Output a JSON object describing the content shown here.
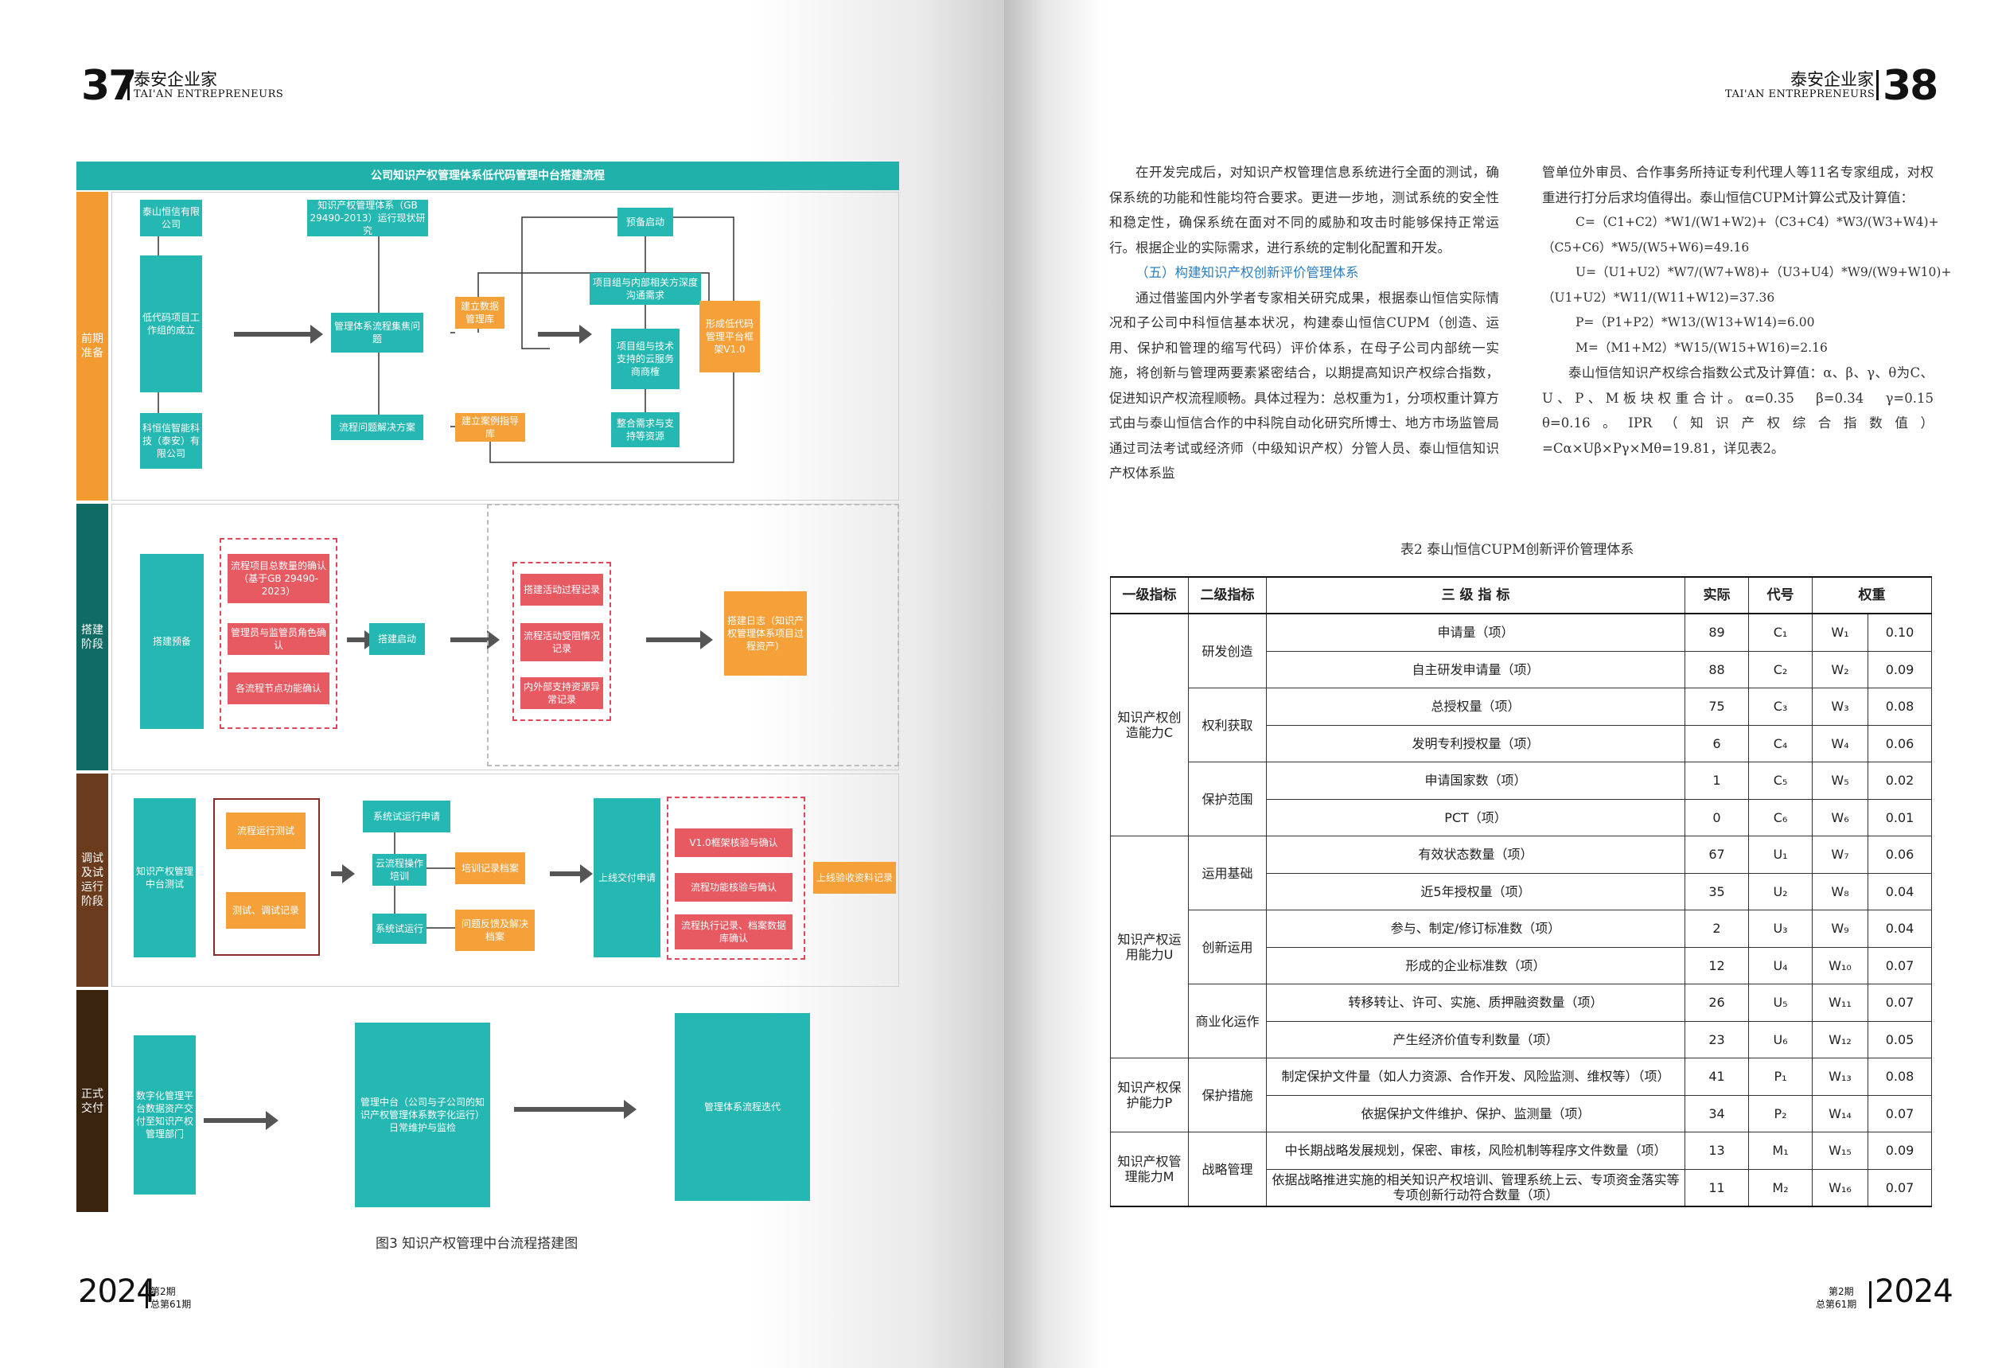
{
  "left_page": {
    "page_number": "37",
    "magazine_cn": "泰安企业家",
    "magazine_en": "TAI'AN ENTREPRENEURS",
    "footer_year": "2024",
    "footer_issue": "第2期",
    "footer_total": "总第61期",
    "figure_caption": "图3  知识产权管理中台流程搭建图"
  },
  "right_page": {
    "page_number": "38",
    "magazine_cn": "泰安企业家",
    "magazine_en": "TAI'AN ENTREPRENEURS",
    "footer_year": "2024",
    "footer_issue": "第2期",
    "footer_total": "总第61期"
  },
  "flowchart": {
    "title": "公司知识产权管理体系低代码管理中台搭建流程",
    "stages": [
      "前期准备",
      "搭建阶段",
      "调试及试运行阶段",
      "正式交付"
    ],
    "stage_colors": [
      "#f39a31",
      "#0f6b63",
      "#6a3b1d",
      "#3a2410"
    ],
    "s1": {
      "company1": "泰山恒信有限公司",
      "project_team": "低代码项目工作组的成立",
      "company2": "科恒信智能科技（泰安）有限公司",
      "status_study": "知识产权管理体系（GB 29490-2013）运行现状研究",
      "collect_issues": "管理体系流程集焦问题",
      "build_db": "建立数据管理库",
      "flow_solutions": "流程问题解决方案",
      "case_guide": "建立案例指导库",
      "prelaunch": "预备启动",
      "deep_comm": "项目组与内部相关方深度沟通需求",
      "cloud_vendor": "项目组与技术支持的云服务商商榷",
      "integrate": "整合需求与支持等资源",
      "platform": "形成低代码管理平台框架V1.0"
    },
    "s2": {
      "prepare": "搭建预备",
      "confirm_count": "流程项目总数量的确认（基于GB 29490-2023）",
      "confirm_roles": "管理员与监管员角色确认",
      "confirm_nodes": "各流程节点功能确认",
      "launch": "搭建启动",
      "log_process": "搭建活动过程记录",
      "log_blocked": "流程活动受阻情况记录",
      "log_external": "内外部支持资源异常记录",
      "build_log": "搭建日志（知识产权管理体系项目过程资产）"
    },
    "s3": {
      "test": "知识产权管理中台测试",
      "run_test": "流程运行测试",
      "debug_log": "测试、调试记录",
      "trial_apply": "系统试运行申请",
      "cloud_train": "云流程操作培训",
      "train_archive": "培训记录档案",
      "trial_run": "系统试运行",
      "feedback": "问题反馈及解决档案",
      "go_live": "上线交付申请",
      "verify_v1": "V1.0框架核验与确认",
      "verify_func": "流程功能核验与确认",
      "verify_db": "流程执行记录、档案数据库确认",
      "acceptance": "上线验收资料记录"
    },
    "s4": {
      "deliver": "数字化管理平台数据资产交付至知识产权管理部门",
      "maintain": "管理中台（公司与子公司的知识产权管理体系数字化运行）日常维护与监检",
      "iterate": "管理体系流程迭代"
    }
  },
  "article": {
    "left_col": [
      {
        "type": "para",
        "text": "在开发完成后，对知识产权管理信息系统进行全面的测试，确保系统的功能和性能均符合要求。更进一步地，测试系统的安全性和稳定性，确保系统在面对不同的威胁和攻击时能够保持正常运行。根据企业的实际需求，进行系统的定制化配置和开发。"
      },
      {
        "type": "heading",
        "text": "（五）构建知识产权创新评价管理体系"
      },
      {
        "type": "para",
        "text": "通过借鉴国内外学者专家相关研究成果，根据泰山恒信实际情况和子公司中科恒信基本状况，构建泰山恒信CUPM（创造、运用、保护和管理的缩写代码）评价体系，在母子公司内部统一实施，将创新与管理两要素紧密结合，以期提高知识产权综合指数，促进知识产权流程顺畅。具体过程为：总权重为1，分项权重计算方式由与泰山恒信合作的中科院自动化研究所博士、地方市场监管局通过司法考试或经济师（中级知识产权）分管人员、泰山恒信知识产权体系监"
      }
    ],
    "right_col_intro": "管单位外审员、合作事务所持证专利代理人等11名专家组成，对权重进行打分后求均值得出。泰山恒信CUPM计算公式及计算值：",
    "formulas": [
      "C=（C1+C2）*W1/(W1+W2)+（C3+C4）*W3/(W3+W4)+",
      "（C5+C6）*W5/(W5+W6)=49.16",
      "U=（U1+U2）*W7/(W7+W8)+（U3+U4）*W9/(W9+W10)+",
      "（U1+U2）*W11/(W11+W12)=37.36",
      "P=（P1+P2）*W13/(W13+W14)=6.00",
      "M=（M1+M2）*W15/(W15+W16)=2.16"
    ],
    "right_col_outro": "泰山恒信知识产权综合指数公式及计算值：α、β、γ、θ为C、U、P、M板块权重合计。α=0.35　β=0.34　γ=0.15　θ=0.16。IPR（知识产权综合指数值）=Cα×Uβ×Pγ×Mθ=19.81，详见表2。"
  },
  "table": {
    "caption": "表2  泰山恒信CUPM创新评价管理体系",
    "headers": [
      "一级指标",
      "二级指标",
      "三 级 指 标",
      "实际",
      "代号",
      "权重"
    ],
    "rows": [
      {
        "l1": "知识产权创造能力C",
        "l2": "研发创造",
        "l3": "申请量（项）",
        "actual": "89",
        "code": "C₁",
        "w": "W₁",
        "weight": "0.10"
      },
      {
        "l3": "自主研发申请量（项）",
        "actual": "88",
        "code": "C₂",
        "w": "W₂",
        "weight": "0.09"
      },
      {
        "l2": "权利获取",
        "l3": "总授权量（项）",
        "actual": "75",
        "code": "C₃",
        "w": "W₃",
        "weight": "0.08"
      },
      {
        "l3": "发明专利授权量（项）",
        "actual": "6",
        "code": "C₄",
        "w": "W₄",
        "weight": "0.06"
      },
      {
        "l2": "保护范围",
        "l3": "申请国家数（项）",
        "actual": "1",
        "code": "C₅",
        "w": "W₅",
        "weight": "0.02"
      },
      {
        "l3": "PCT（项）",
        "actual": "0",
        "code": "C₆",
        "w": "W₆",
        "weight": "0.01"
      },
      {
        "l1": "知识产权运用能力U",
        "l2": "运用基础",
        "l3": "有效状态数量（项）",
        "actual": "67",
        "code": "U₁",
        "w": "W₇",
        "weight": "0.06"
      },
      {
        "l3": "近5年授权量（项）",
        "actual": "35",
        "code": "U₂",
        "w": "W₈",
        "weight": "0.04"
      },
      {
        "l2": "创新运用",
        "l3": "参与、制定/修订标准数（项）",
        "actual": "2",
        "code": "U₃",
        "w": "W₉",
        "weight": "0.04"
      },
      {
        "l3": "形成的企业标准数（项）",
        "actual": "12",
        "code": "U₄",
        "w": "W₁₀",
        "weight": "0.07"
      },
      {
        "l2": "商业化运作",
        "l3": "转移转让、许可、实施、质押融资数量（项）",
        "actual": "26",
        "code": "U₅",
        "w": "W₁₁",
        "weight": "0.07"
      },
      {
        "l3": "产生经济价值专利数量（项）",
        "actual": "23",
        "code": "U₆",
        "w": "W₁₂",
        "weight": "0.05"
      },
      {
        "l1": "知识产权保护能力P",
        "l2": "保护措施",
        "l3": "制定保护文件量（如人力资源、合作开发、风险监测、维权等）（项）",
        "actual": "41",
        "code": "P₁",
        "w": "W₁₃",
        "weight": "0.08"
      },
      {
        "l3": "依据保护文件维护、保护、监测量（项）",
        "actual": "34",
        "code": "P₂",
        "w": "W₁₄",
        "weight": "0.07"
      },
      {
        "l1": "知识产权管理能力M",
        "l2": "战略管理",
        "l3": "中长期战略发展规划，保密、审核，风险机制等程序文件数量（项）",
        "actual": "13",
        "code": "M₁",
        "w": "W₁₅",
        "weight": "0.09"
      },
      {
        "l3": "依据战略推进实施的相关知识产权培训、管理系统上云、专项资金落实等专项创新行动符合数量（项）",
        "actual": "11",
        "code": "M₂",
        "w": "W₁₆",
        "weight": "0.07"
      }
    ]
  }
}
